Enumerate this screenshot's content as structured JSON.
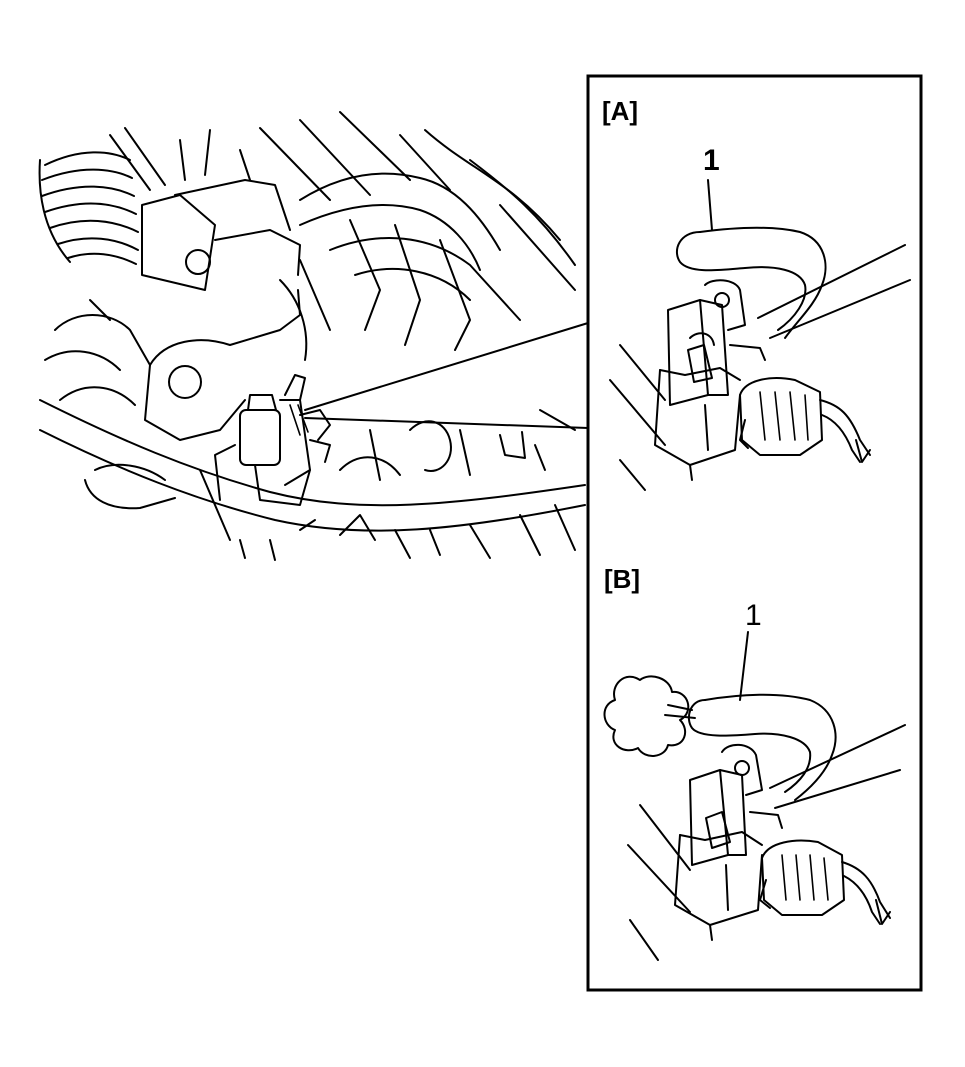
{
  "insets": [
    {
      "label": "[A]",
      "callout": "1"
    },
    {
      "label": "[B]",
      "callout": "1"
    }
  ]
}
